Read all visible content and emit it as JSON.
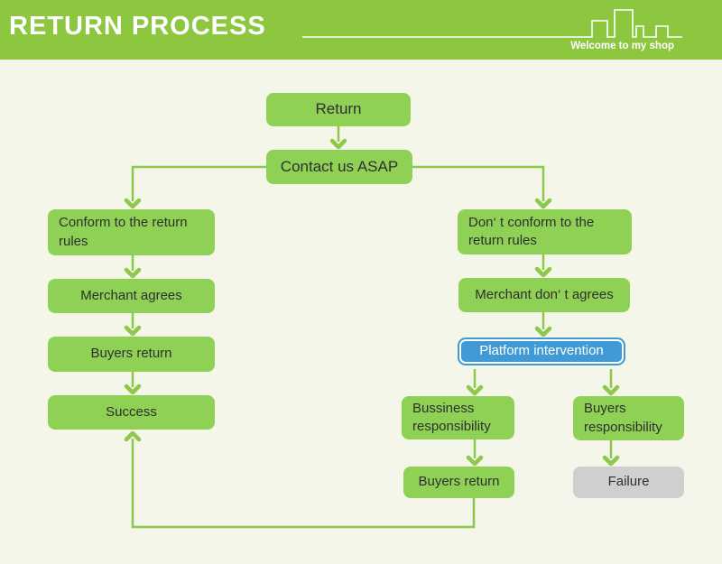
{
  "header": {
    "title": "RETURN PROCESS",
    "tagline": "Welcome to my shop"
  },
  "flow": {
    "nodes": {
      "return": {
        "label": "Return"
      },
      "contact": {
        "label": "Contact us ASAP"
      },
      "conform": {
        "label": "Conform to the return\nrules"
      },
      "merchant_agrees": {
        "label": "Merchant agrees"
      },
      "buyers_return_left": {
        "label": "Buyers return"
      },
      "success": {
        "label": "Success"
      },
      "dont_conform": {
        "label": "Don‘ t conform to the\nreturn rules"
      },
      "merchant_dont_agree": {
        "label": "Merchant don‘ t agrees"
      },
      "platform": {
        "label": "Platform intervention"
      },
      "business_responsibility": {
        "label": "Bussiness\nresponsibility"
      },
      "buyers_responsibility": {
        "label": "Buyers\nresponsibility"
      },
      "buyers_return_right": {
        "label": "Buyers return"
      },
      "failure": {
        "label": "Failure"
      }
    },
    "colors": {
      "header_green": "#8dc63f",
      "node_green": "#8ed155",
      "connector_green": "#8dc84a",
      "platform_blue": "#3f9ad5",
      "failure_gray": "#cfcfd1",
      "background": "#f4f6e9",
      "text_dark": "#2f2f2f",
      "text_light": "#ffffff"
    }
  }
}
